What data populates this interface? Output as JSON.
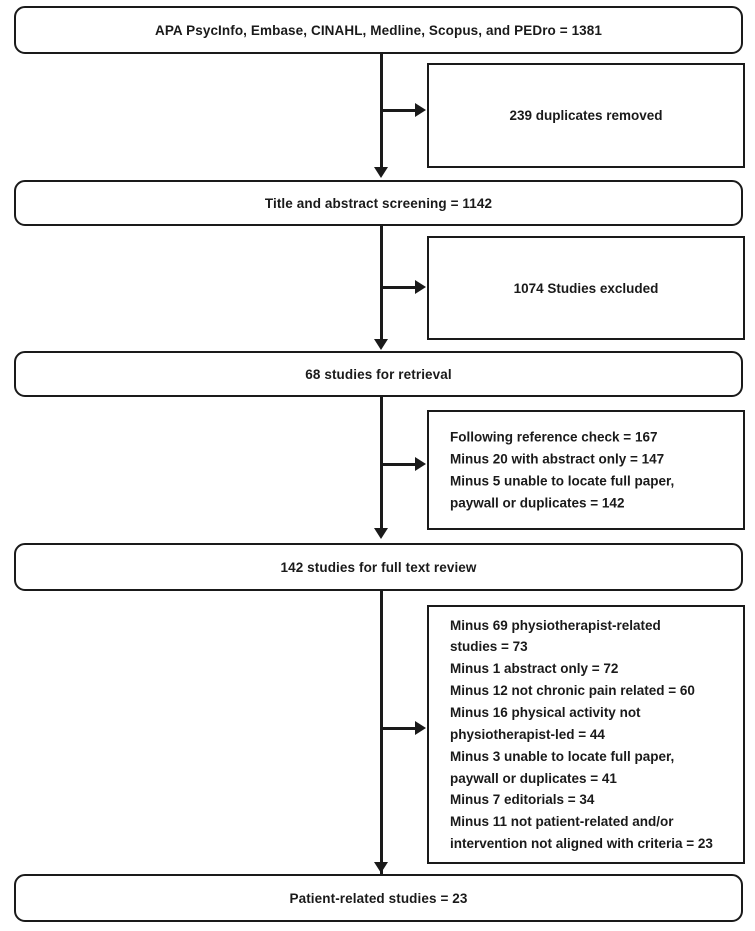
{
  "diagram": {
    "type": "prisma-flow-diagram",
    "title": "",
    "stages": [
      {
        "id": "identification",
        "label": "APA PsycInfo, Embase, CINAHL, Medline, Scopus, and PEDro = 1381",
        "count": 1381
      },
      {
        "id": "title-abstract-screening",
        "label": "Title and abstract screening = 1142",
        "count": 1142
      },
      {
        "id": "studies-for-retrieval",
        "label": "68 studies for retrieval",
        "count": 68
      },
      {
        "id": "studies-full-text-review",
        "label": "142 studies for full text review",
        "count": 142
      },
      {
        "id": "patient-related-studies",
        "label": "Patient-related studies = 23",
        "count": 23
      }
    ],
    "exclusions": [
      {
        "id": "duplicates-removed",
        "align": "center",
        "lines": [
          "239 duplicates removed"
        ]
      },
      {
        "id": "studies-excluded",
        "align": "center",
        "lines": [
          "1074 Studies excluded"
        ]
      },
      {
        "id": "reference-check",
        "align": "left",
        "lines": [
          "Following reference check = 167",
          "Minus 20 with abstract only = 147",
          "Minus 5 unable to locate full paper,",
          "paywall or duplicates = 142"
        ]
      },
      {
        "id": "full-text-exclusions",
        "align": "left",
        "lines": [
          "Minus 69 physiotherapist-related",
          "studies = 73",
          "Minus 1 abstract only = 72",
          "Minus 12 not chronic pain related = 60",
          "Minus 16 physical activity not",
          "physiotherapist-led = 44",
          "Minus 3 unable to locate full paper,",
          "paywall or duplicates = 41",
          "Minus 7 editorials = 34",
          "Minus 11 not patient-related and/or",
          "intervention not aligned with criteria = 23"
        ]
      }
    ],
    "colors": {
      "stroke": "#1a1a1a",
      "background": "#ffffff",
      "text": "#1a1a1a"
    }
  }
}
